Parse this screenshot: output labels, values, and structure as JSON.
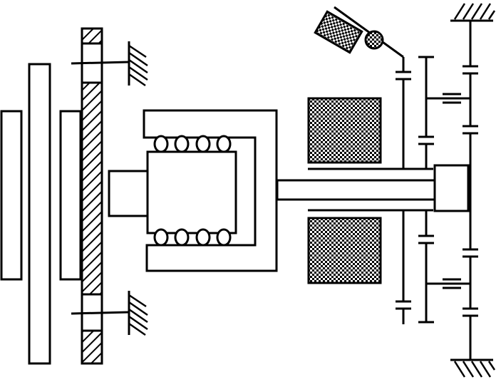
{
  "diagram": {
    "kind": "mechanical-schematic",
    "colors": {
      "stroke": "#000000",
      "fill": "#ffffff",
      "checker_dark": "#000000",
      "checker_light": "#ffffff"
    },
    "patterns": {
      "hatch": "diagonal-lines",
      "checker": "checkerboard"
    },
    "components": [
      "outer-plate-left",
      "outer-plate-middle",
      "inner-plate",
      "hatched-disc",
      "ground-support-top",
      "ground-support-bottom",
      "motor-housing",
      "rotor-core",
      "rotor-hub",
      "bearing-row-top",
      "bearing-row-bottom",
      "output-shaft",
      "stator-coil-top",
      "stator-coil-bottom",
      "gear-train",
      "pendulum-linkage",
      "ground-support-top-right",
      "ground-support-bottom-right"
    ]
  }
}
